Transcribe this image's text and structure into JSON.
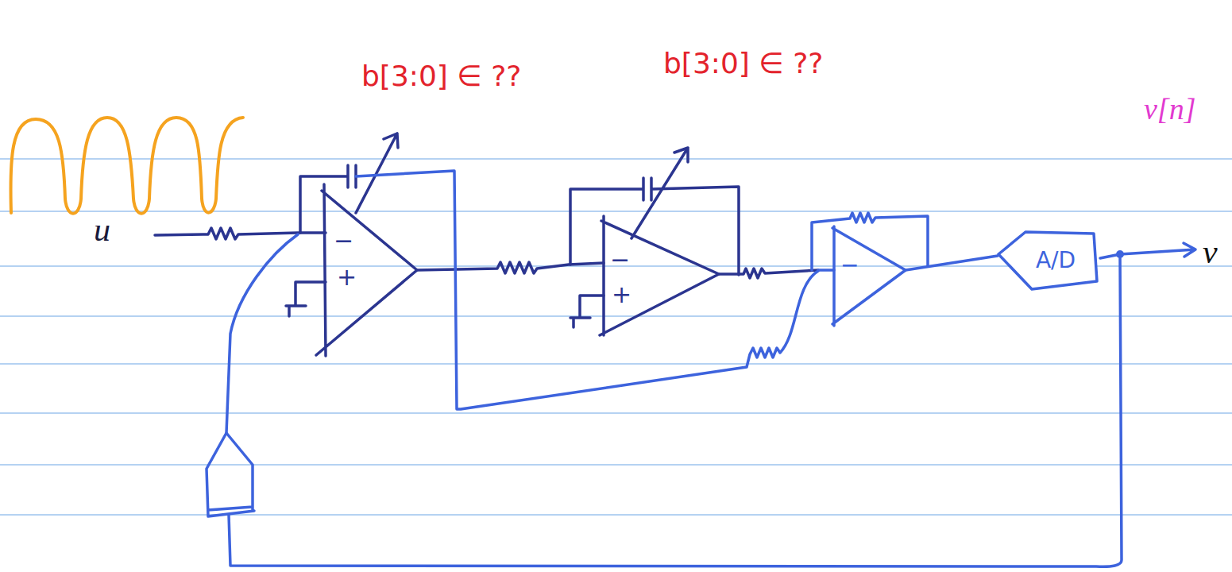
{
  "diagram": {
    "nodes": [
      {
        "text": [
          "A/D"
        ]
      }
    ],
    "labels": [
      "b[3:0] ∈ ??",
      "b[3:0] ∈ ??",
      "v[n]",
      "u",
      "v",
      "−",
      "+",
      "−",
      "+",
      "−"
    ]
  }
}
